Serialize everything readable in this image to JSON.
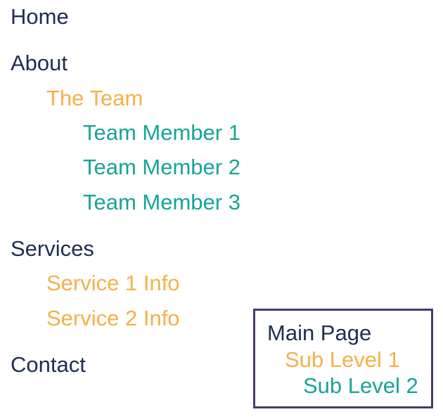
{
  "nav": {
    "home": "Home",
    "about": "About",
    "the_team": "The Team",
    "team_member_1": "Team Member 1",
    "team_member_2": "Team Member 2",
    "team_member_3": "Team Member 3",
    "services": "Services",
    "service_1_info": "Service 1 Info",
    "service_2_info": "Service 2 Info",
    "contact": "Contact"
  },
  "legend": {
    "level_1": "Main Page",
    "level_2": "Sub Level 1",
    "level_3": "Sub Level 2"
  },
  "colors": {
    "main_page": "#1f2d50",
    "sub_level_1": "#f6b048",
    "sub_level_2": "#17a594",
    "legend_border": "#4b3a6b"
  }
}
